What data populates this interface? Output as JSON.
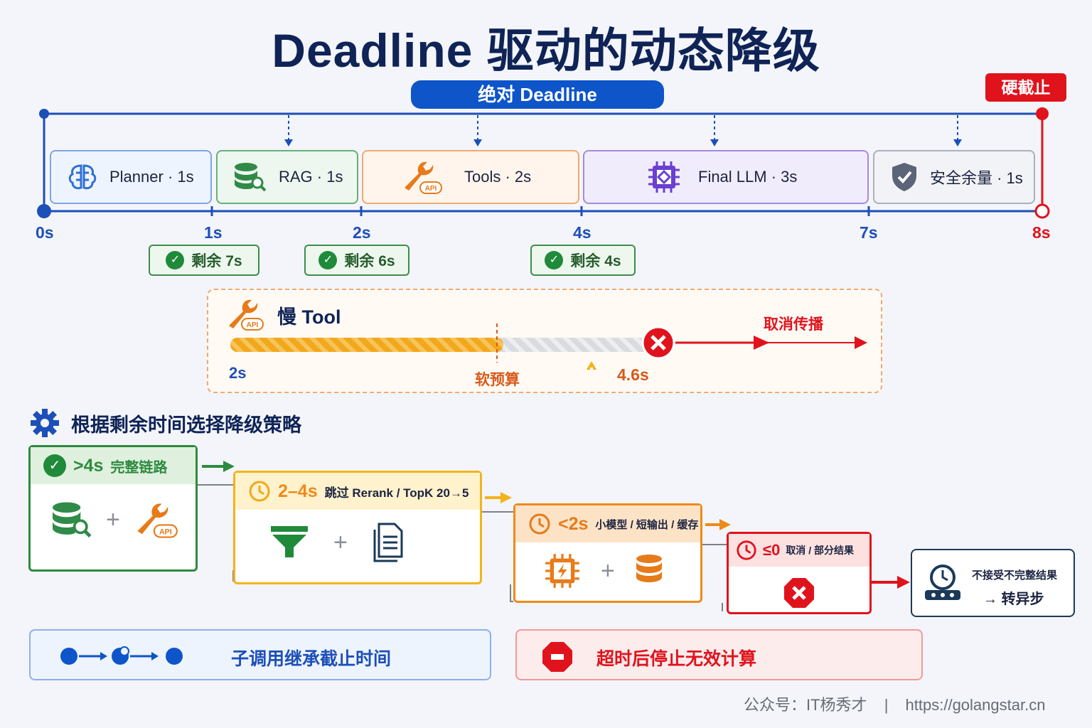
{
  "title": "Deadline 驱动的动态降级",
  "timeline": {
    "absolute_label": "绝对 Deadline",
    "hard_stop_label": "硬截止",
    "phases": [
      {
        "name": "Planner",
        "duration": "1s",
        "icon": "brain-icon",
        "label": "Planner · 1s"
      },
      {
        "name": "RAG",
        "duration": "1s",
        "icon": "database-search-icon",
        "label": "RAG · 1s"
      },
      {
        "name": "Tools",
        "duration": "2s",
        "icon": "wrench-api-icon",
        "label": "Tools · 2s"
      },
      {
        "name": "Final LLM",
        "duration": "3s",
        "icon": "chip-icon",
        "label": "Final LLM · 3s"
      },
      {
        "name": "安全余量",
        "duration": "1s",
        "icon": "shield-check-icon",
        "label": "安全余量 · 1s"
      }
    ],
    "ticks": [
      "0s",
      "1s",
      "2s",
      "4s",
      "7s",
      "8s"
    ],
    "remaining": [
      "剩余 7s",
      "剩余 6s",
      "剩余 4s"
    ]
  },
  "slow_tool": {
    "title": "慢 Tool",
    "start_label": "2s",
    "soft_budget_label": "软预算",
    "timeout_label": "4.6s",
    "cancel_label": "取消传播",
    "progress_fraction": 0.64,
    "colors": {
      "progress": "#f2a81c",
      "cancel": "#e0131d"
    }
  },
  "strategy": {
    "title": "根据剩余时间选择降级策略",
    "stages": [
      {
        "threshold": ">4s",
        "desc": "完整链路",
        "icons": [
          "database-search-icon",
          "wrench-api-icon"
        ],
        "color": "#2e8b3e"
      },
      {
        "threshold": "2–4s",
        "desc": "跳过 Rerank / TopK 20→5",
        "icons": [
          "filter-icon",
          "document-icon"
        ],
        "color": "#f2b31c"
      },
      {
        "threshold": "<2s",
        "desc": "小模型 / 短输出 / 缓存",
        "icons": [
          "chip-bolt-icon",
          "database-icon"
        ],
        "color": "#ef8a1c"
      },
      {
        "threshold": "≤0",
        "desc": "取消 / 部分结果",
        "icons": [
          "cancel-icon"
        ],
        "color": "#e0131d"
      }
    ],
    "fallback_text_1": "不接受不完整结果",
    "fallback_text_2": "→ 转异步"
  },
  "bottom": {
    "inherit_label": "子调用继承截止时间",
    "stop_label": "超时后停止无效计算"
  },
  "footer": {
    "account": "公众号：IT杨秀才",
    "separator": "|",
    "url": "https://golangstar.cn"
  }
}
